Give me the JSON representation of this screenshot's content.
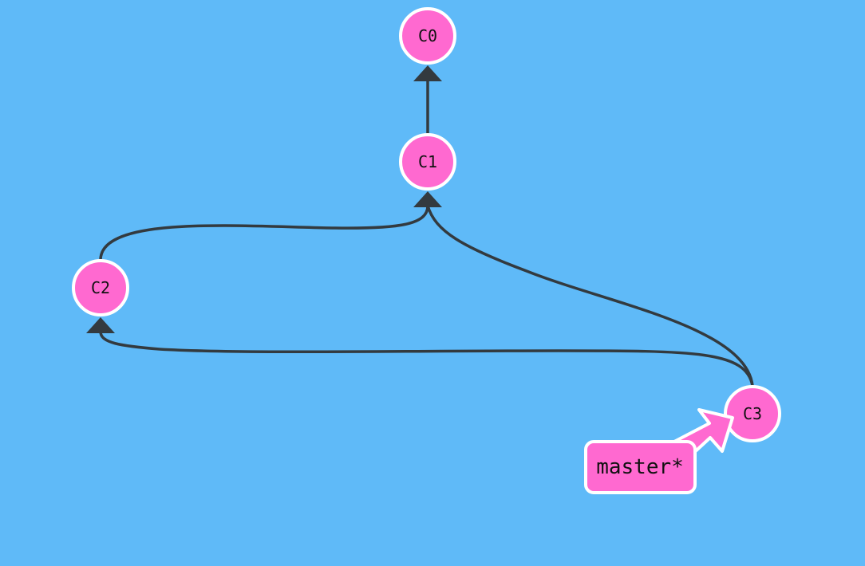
{
  "graph": {
    "commits": [
      {
        "id": "C0",
        "label": "C0"
      },
      {
        "id": "C1",
        "label": "C1"
      },
      {
        "id": "C2",
        "label": "C2"
      },
      {
        "id": "C3",
        "label": "C3"
      }
    ],
    "edges": [
      {
        "from": "C1",
        "to": "C0"
      },
      {
        "from": "C2",
        "to": "C1"
      },
      {
        "from": "C3",
        "to": "C1"
      },
      {
        "from": "C3",
        "to": "C2"
      }
    ],
    "branches": [
      {
        "name": "master",
        "label": "master*",
        "target": "C3",
        "checked_out": true
      }
    ]
  },
  "colors": {
    "background": "#5fbaf8",
    "commit_fill": "#ff69d0",
    "commit_stroke": "#ffffff",
    "edge": "#333a3f",
    "text": "#111111"
  }
}
